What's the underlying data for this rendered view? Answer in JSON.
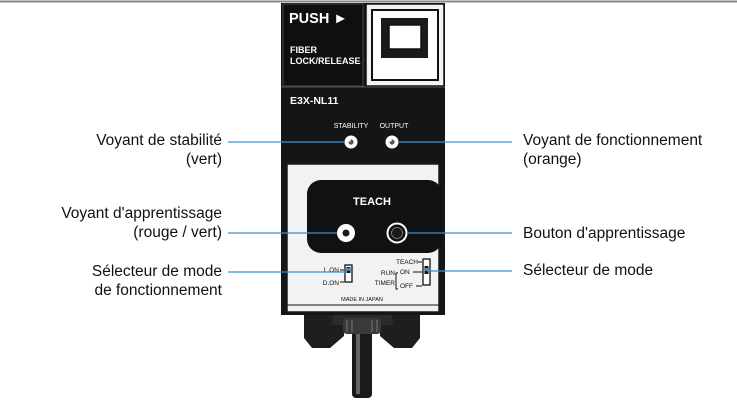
{
  "device": {
    "push_label": "PUSH ►",
    "fiber_label": "FIBER",
    "lock_label": "LOCK/RELEASE",
    "model": "E3X-NL11",
    "stability_label": "STABILITY",
    "output_label": "OUTPUT",
    "teach_panel_label": "TEACH",
    "lon_label": "L.ON",
    "don_label": "D.ON",
    "teach_switch_label": "TEACH",
    "run_label": "RUN",
    "timer_label": "TIMER",
    "on_label": "ON",
    "off_label": "OFF",
    "made_in": "MADE IN JAPAN"
  },
  "callouts": {
    "stability": [
      "Voyant de stabilité",
      "(vert)"
    ],
    "operation": [
      "Voyant de fonctionnement",
      "(orange)"
    ],
    "teach_indicator": [
      "Voyant d'apprentissage",
      "(rouge / vert)"
    ],
    "teach_button": [
      "Bouton d'apprentissage"
    ],
    "mode_selector_left": [
      "Sélecteur de mode",
      "de fonctionnement"
    ],
    "mode_selector_right": [
      "Sélecteur de mode"
    ]
  },
  "colors": {
    "line": "#3a8fd0",
    "body_dark": "#1c1c1c",
    "body_light": "#f2f2f2"
  }
}
